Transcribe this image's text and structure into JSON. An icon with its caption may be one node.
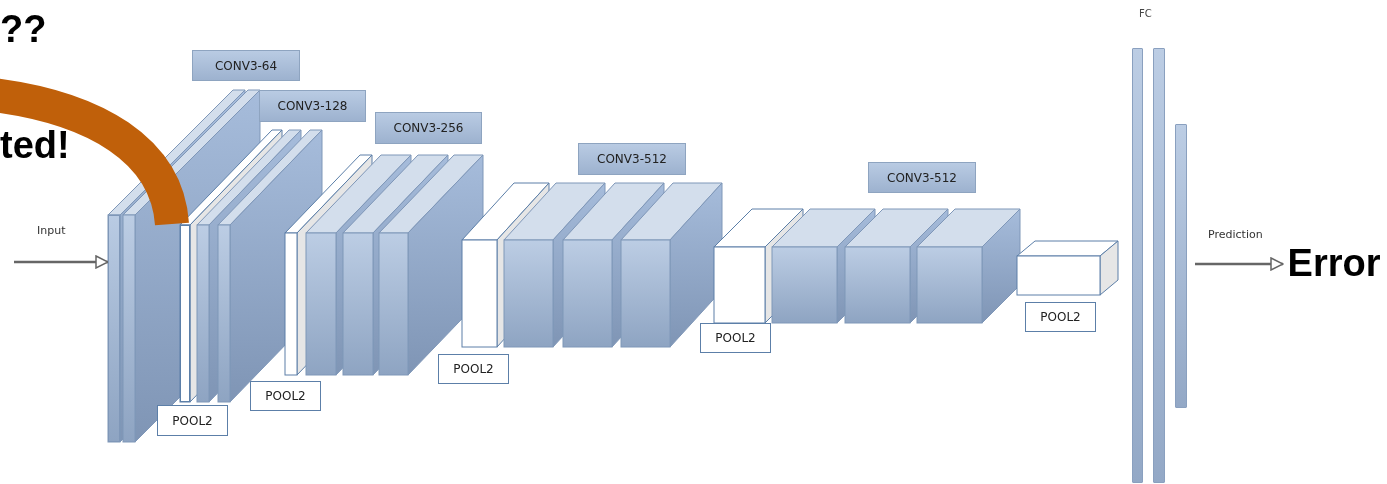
{
  "diagram": {
    "nodes": [
      {
        "text": [
          "CONV3-64"
        ]
      },
      {
        "text": [
          "CONV3-128"
        ]
      },
      {
        "text": [
          "CONV3-256"
        ]
      },
      {
        "text": [
          "CONV3-512"
        ]
      },
      {
        "text": [
          "CONV3-512"
        ]
      },
      {
        "text": [
          "POOL2"
        ]
      },
      {
        "text": [
          "POOL2"
        ]
      },
      {
        "text": [
          "POOL2"
        ]
      },
      {
        "text": [
          "POOL2"
        ]
      },
      {
        "text": [
          "POOL2"
        ]
      },
      {
        "text": [],
        "shape": "box"
      },
      {
        "text": [],
        "shape": "box"
      },
      {
        "text": [],
        "shape": "bar"
      },
      {
        "text": [],
        "shape": "bar"
      },
      {
        "text": [],
        "shape": "bar"
      },
      {
        "text": [
          "Error"
        ]
      }
    ],
    "edges": [
      {
        "from": null,
        "to": 10,
        "arrow": "to",
        "label": "Input"
      },
      {
        "from": null,
        "to": 11,
        "arrow": "none",
        "style": "thick",
        "color": "#c0600a"
      },
      {
        "from": 14,
        "to": 15,
        "arrow": "to",
        "label": "Prediction"
      }
    ],
    "labels": [
      "??",
      "ted!",
      "FC"
    ]
  }
}
